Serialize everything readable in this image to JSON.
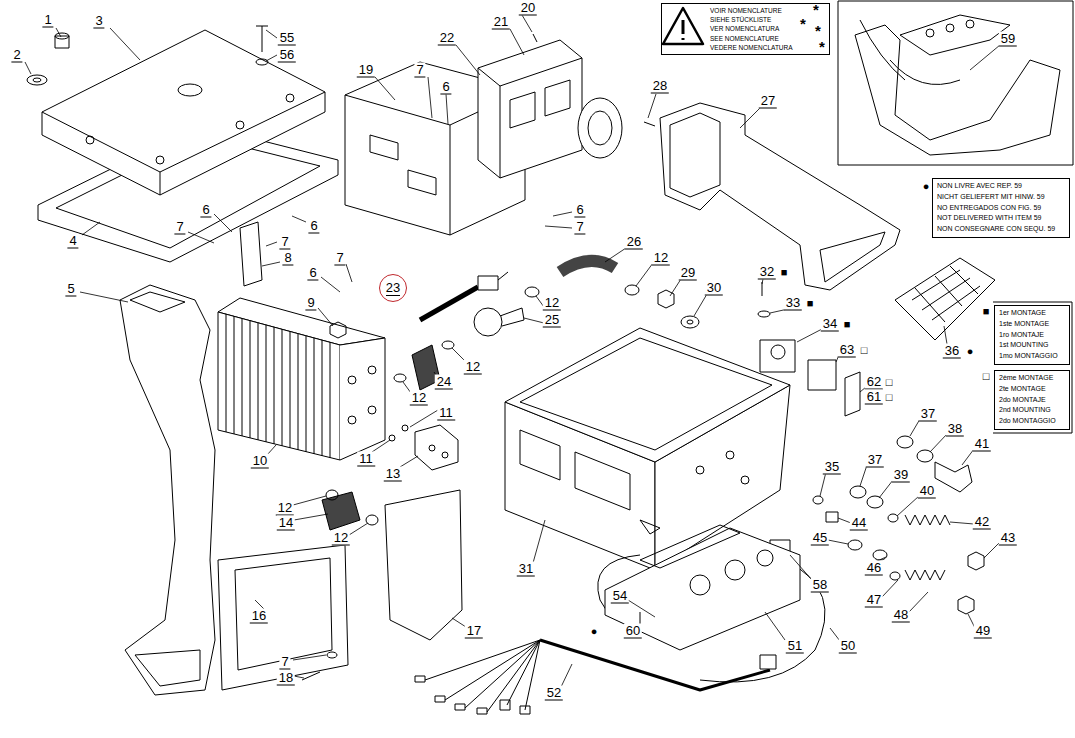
{
  "diagram": {
    "nodes": [
      {
        "text": [
          "VOIR NOMENCLATURE",
          "SIEHE STÜCKLISTE",
          "VER NOMENCLATURA",
          "SEE NOMENCLATURE",
          "VEDERE NOMENCLATURA"
        ]
      },
      {
        "text": [
          "NON LIVRE AVEC REP. 59",
          "NICHT GELIEFERT MIT HINW. 59",
          "NO ENTREGADOS CON FIG. 59",
          "NOT DELIVERED WITH ITEM 59",
          "NON CONSEGNARE CON SEQU. 59"
        ]
      },
      {
        "text": [
          "1er MONTAGE",
          "1ste MONTAGE",
          "1ro MONTAJE",
          "1st MOUNTING",
          "1mo MONTAGGIO"
        ]
      },
      {
        "text": [
          "2ème MONTAGE",
          "2te MONTAGE",
          "2do MONTAJE",
          "2nd MOUNTING",
          "2do MONTAGGIO"
        ]
      },
      {
        "text": [
          "23"
        ]
      }
    ],
    "labels": [
      "1",
      "2",
      "3",
      "55",
      "56",
      "20",
      "21",
      "22",
      "19",
      "7",
      "6",
      "28",
      "27",
      "59",
      "4",
      "6",
      "7",
      "7",
      "6",
      "6",
      "7",
      "8",
      "5",
      "6",
      "7",
      "9",
      "26",
      "12",
      "29",
      "30",
      "12",
      "25",
      "32",
      "■",
      "33",
      "■",
      "34",
      "■",
      "63",
      "□",
      "62",
      "□",
      "61",
      "□",
      "36",
      "●",
      "●",
      "■",
      "□",
      "24",
      "12",
      "12",
      "11",
      "11",
      "13",
      "10",
      "37",
      "38",
      "41",
      "37",
      "39",
      "40",
      "35",
      "42",
      "44",
      "45",
      "43",
      "46",
      "31",
      "58",
      "47",
      "54",
      "48",
      "49",
      "●",
      "60",
      "51",
      "50",
      "52",
      "12",
      "14",
      "12",
      "16",
      "17",
      "7",
      "18",
      "*",
      "*",
      "*",
      "*"
    ]
  }
}
